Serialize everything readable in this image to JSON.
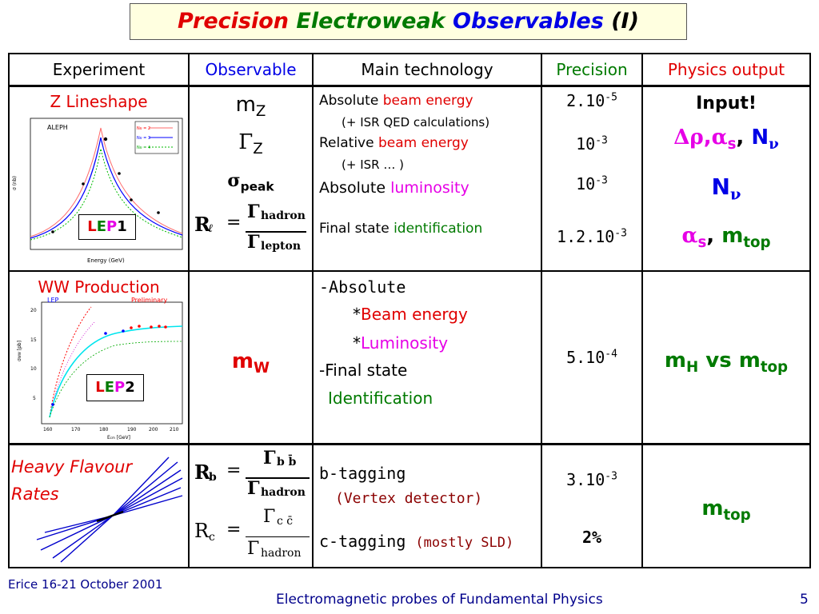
{
  "title": {
    "w1": "Precision",
    "w2": "Electroweak",
    "w3": "Observables",
    "w4": "(I)"
  },
  "headers": {
    "experiment": "Experiment",
    "observable": "Observable",
    "technology": "Main technology",
    "precision": "Precision",
    "physics": "Physics output"
  },
  "row1": {
    "experiment": "Z Lineshape",
    "plot_label": "ALEPH",
    "plot_xlabel": "Energy  (GeV)",
    "plot_ylabel": "σ (nb)",
    "legend": [
      "Nν = 2",
      "Nν = 3",
      "Nν = 4"
    ],
    "lep": {
      "l": "L",
      "e": "E",
      "p": "P",
      "n": "1"
    },
    "obs": {
      "mz": "m",
      "mz_sub": "Z",
      "gz": "Γ",
      "gz_sub": "Z",
      "sp": "σ",
      "sp_sub": "peak",
      "rl": "R",
      "rl_sub": "ℓ",
      "eq": "=",
      "num": "Γ",
      "num_sub": "hadron",
      "den": "Γ",
      "den_sub": "lepton"
    },
    "tech": {
      "l1a": "Absolute ",
      "l1b": "beam energy",
      "l2": "(+ ISR QED calculations)",
      "l3a": "Relative ",
      "l3b": "beam energy",
      "l4": "(+ ISR …   )",
      "l5a": "Absolute ",
      "l5b": "luminosity",
      "l6a": "Final state ",
      "l6b": "identification"
    },
    "prec": {
      "p1": "2.10",
      "p1e": "-5",
      "p2": "10",
      "p2e": "-3",
      "p3": "10",
      "p3e": "-3",
      "p4": "1.2.10",
      "p4e": "-3"
    },
    "phys": {
      "input": "Input!",
      "dr": "Δρ",
      "comma1": ",",
      "as": "α",
      "as_sub": "s",
      "comma2": ",",
      "nn": "N",
      "nn_sub": "ν",
      "nn2": "N",
      "nn2_sub": "ν",
      "as2": "α",
      "as2_sub": "s",
      "comma3": ", ",
      "mt": "m",
      "mt_sub": "top"
    }
  },
  "row2": {
    "experiment": "WW Production",
    "plot_label": "LEP",
    "plot_prelim": "Preliminary",
    "plot_xlabel": "E",
    "plot_xlabel_sub": "cm",
    "plot_xlabel_unit": " [GeV]",
    "plot_ylabel": "σ",
    "plot_ylabel_sup": "WW",
    "plot_ylabel_unit": " [pb]",
    "yticks": [
      "20",
      "15",
      "10",
      "5"
    ],
    "xticks": [
      "160",
      "170",
      "180",
      "190",
      "200",
      "210"
    ],
    "lep": {
      "l": "L",
      "e": "E",
      "p": "P",
      "n": "2"
    },
    "obs": {
      "m": "m",
      "sub": "W"
    },
    "tech": {
      "l1": "-Absolute",
      "l2a": "*",
      "l2b": "Beam energy",
      "l3a": "*",
      "l3b": "Luminosity",
      "l4": "-Final state",
      "l5": "Identification"
    },
    "prec": {
      "p": "5.10",
      "pe": "-4"
    },
    "phys": {
      "mh": "m",
      "mh_sub": "H",
      "vs": " vs ",
      "mt": "m",
      "mt_sub": "top"
    }
  },
  "row3": {
    "experiment_l1": "Heavy Flavour",
    "experiment_l2": "Rates",
    "obs": {
      "rb": "R",
      "rb_sub": "b",
      "eq": "=",
      "num": "Γ",
      "num_sub": "b b̄",
      "den": "Γ",
      "den_sub": "hadron",
      "rc": "R",
      "rc_sub": "c",
      "eq2": "=",
      "num2": "Γ",
      "num2_sub": "c c̄",
      "den2": "Γ",
      "den2_sub": "hadron"
    },
    "tech": {
      "l1": "b-tagging",
      "l2": "(Vertex detector)",
      "l3a": "c-tagging ",
      "l3b": "(mostly SLD)"
    },
    "prec": {
      "p1": "3.10",
      "p1e": "-3",
      "p2": "2%"
    },
    "phys": {
      "mt": "m",
      "mt_sub": "top"
    }
  },
  "footer": {
    "left": "Erice 16-21 October 2001",
    "center": "Electromagnetic probes of Fundamental Physics",
    "page": "5"
  }
}
